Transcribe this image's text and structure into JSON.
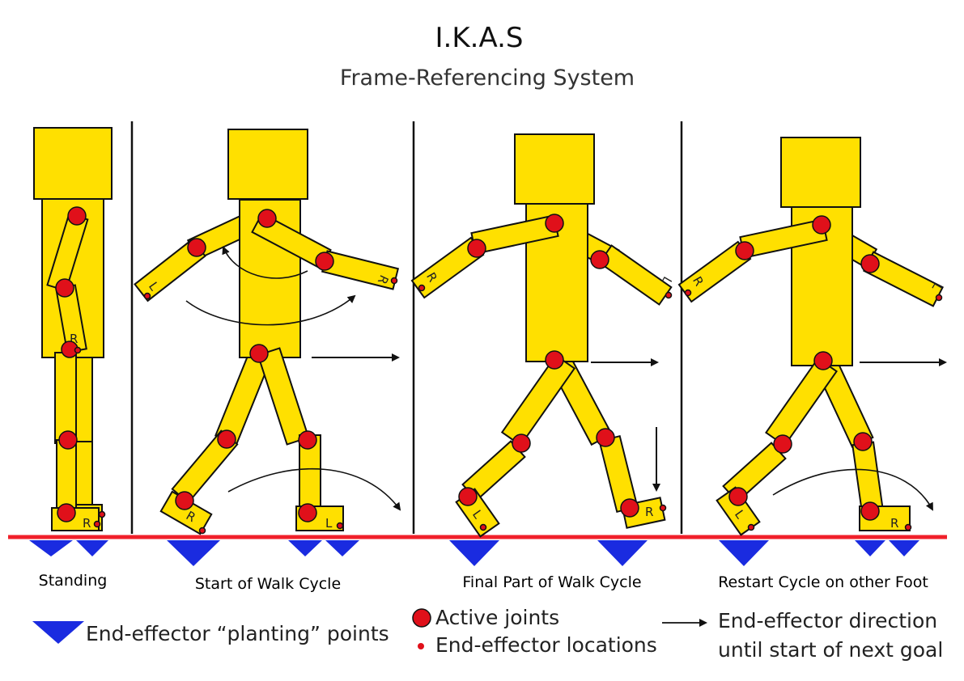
{
  "title": "I.K.A.S",
  "subtitle": "Frame-Referencing System",
  "colors": {
    "body": "#FFE000",
    "outline": "#111111",
    "joint": "#E0101A",
    "ground": "#F0202A",
    "plant": "#1A2BE0"
  },
  "panels": [
    {
      "label": "Standing"
    },
    {
      "label": "Start of Walk Cycle"
    },
    {
      "label": "Final Part of Walk Cycle"
    },
    {
      "label": "Restart Cycle on other Foot"
    }
  ],
  "limb_labels": {
    "left": "L",
    "right": "R"
  },
  "legend": {
    "planting": "End-effector “planting” points",
    "active_joints": "Active joints",
    "end_effector_locations": "End-effector locations",
    "direction_line1": "End-effector direction",
    "direction_line2": "until start of next goal"
  }
}
